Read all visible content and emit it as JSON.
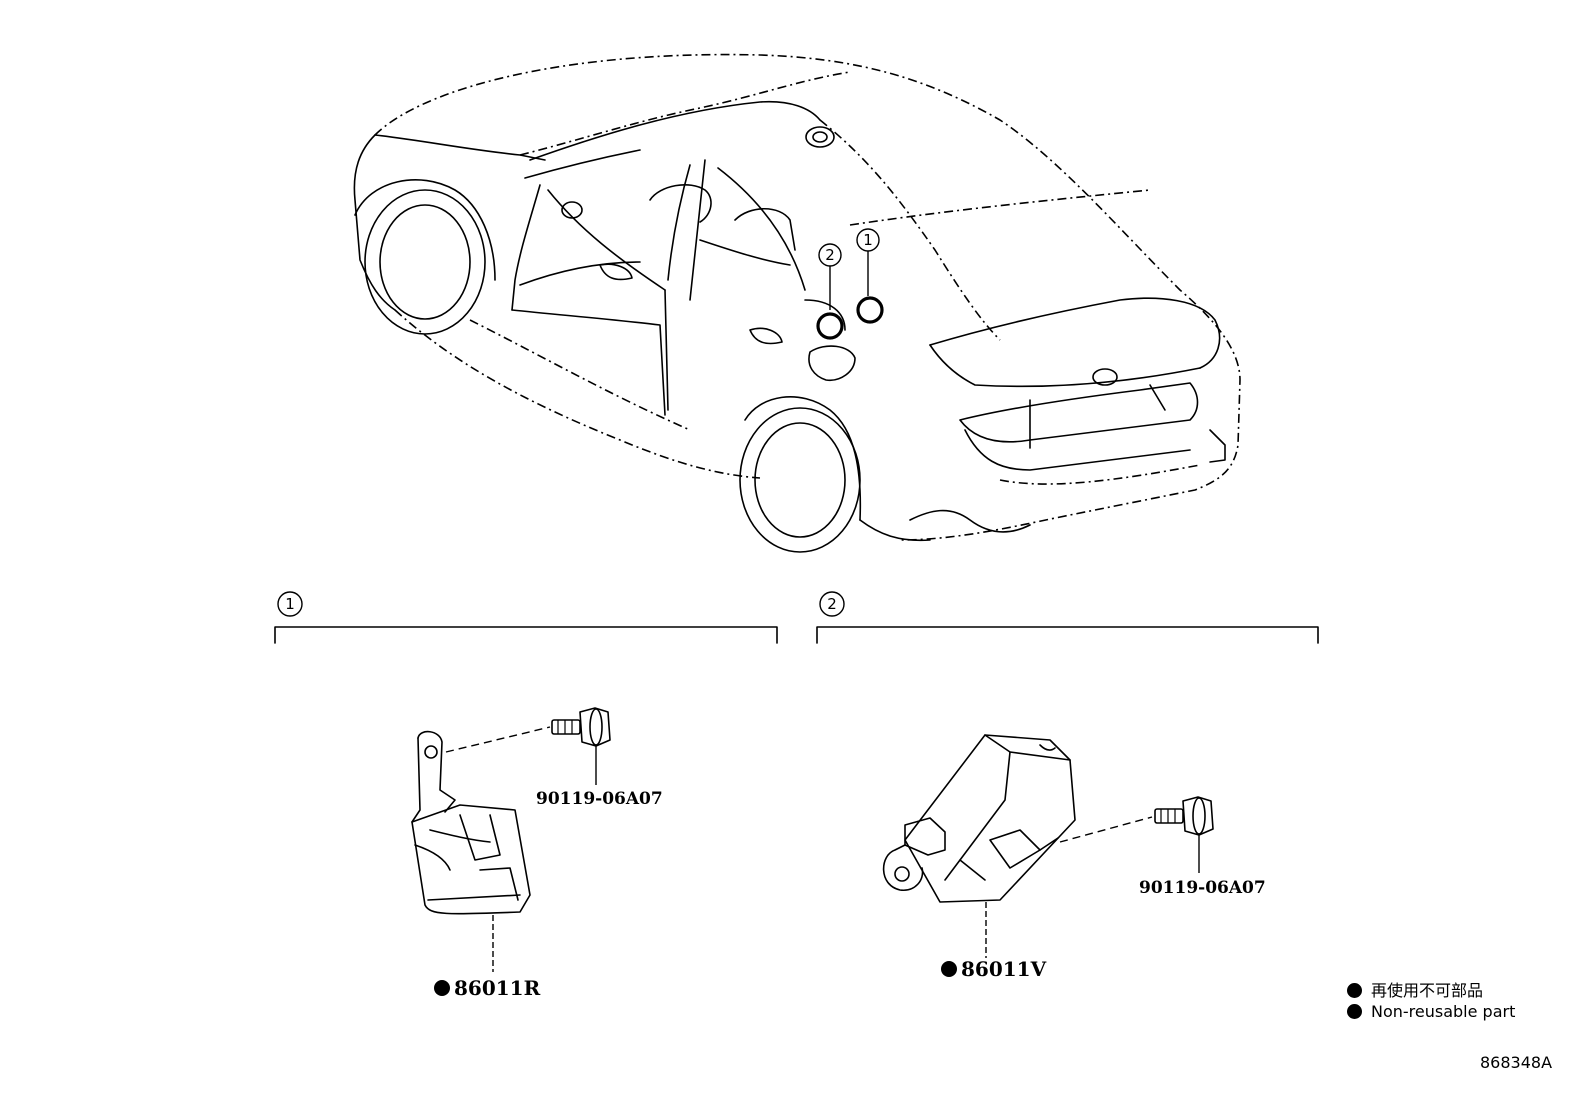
{
  "callouts": {
    "one": "1",
    "two": "2"
  },
  "sections": [
    {
      "number": "1"
    },
    {
      "number": "2"
    }
  ],
  "parts": {
    "bolt_1": "90119-06A07",
    "bolt_2": "90119-06A07",
    "module_1": "86011R",
    "module_2": "86011V"
  },
  "legend": {
    "japanese": "再使用不可部品",
    "english": "Non-reusable part"
  },
  "diagram_id": "868348A"
}
